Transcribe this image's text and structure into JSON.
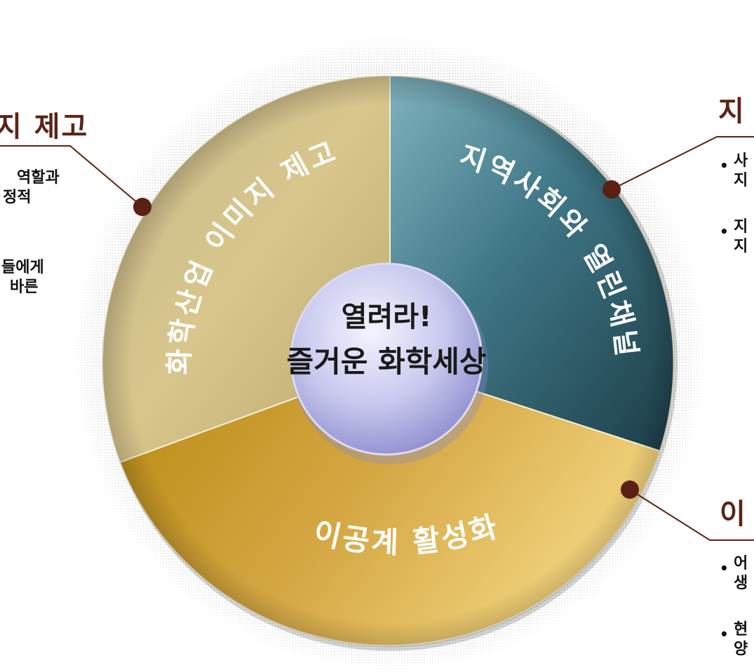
{
  "center": {
    "line1": "열려라!",
    "line2": "즐거운 화학세상"
  },
  "segments": [
    {
      "label": "화학산업 이미지 제고",
      "color": "#d4c189"
    },
    {
      "label": "지역사회와 열린채널",
      "color": "#3f7686"
    },
    {
      "label": "이공계 활성화",
      "color": "#d3a43b"
    }
  ],
  "left_callout": {
    "title": "지 제고",
    "lines": [
      "역할과",
      "정적",
      "들에게",
      "바른"
    ]
  },
  "right_top_callout": {
    "title": "지",
    "items": [
      {
        "line1": "사",
        "line2": "지"
      },
      {
        "line1": "지",
        "line2": "지"
      }
    ]
  },
  "right_bottom_callout": {
    "title": "이",
    "items": [
      {
        "line1": "어",
        "line2": "생"
      },
      {
        "line1": "현",
        "line2": "양"
      }
    ]
  },
  "colors": {
    "accent_dark": "#5a2317",
    "dot": "#5c1f14"
  }
}
